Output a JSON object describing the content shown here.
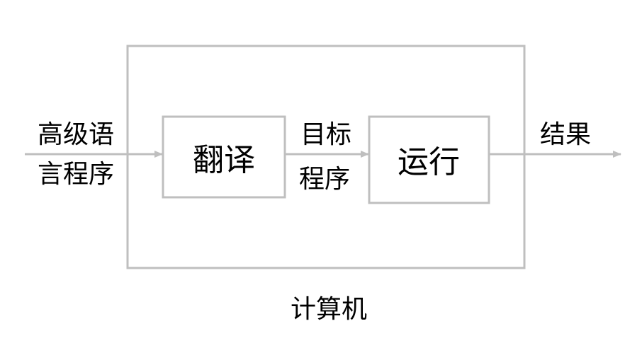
{
  "diagram": {
    "input_label_line1": "高级语",
    "input_label_line2": "言程序",
    "translate_box_label": "翻译",
    "middle_label_line1": "目标",
    "middle_label_line2": "程序",
    "run_box_label": "运行",
    "output_label": "结果",
    "outer_box_label": "计算机"
  },
  "colors": {
    "stroke": "#bfbfbf",
    "text": "#000000",
    "background": "#ffffff"
  }
}
